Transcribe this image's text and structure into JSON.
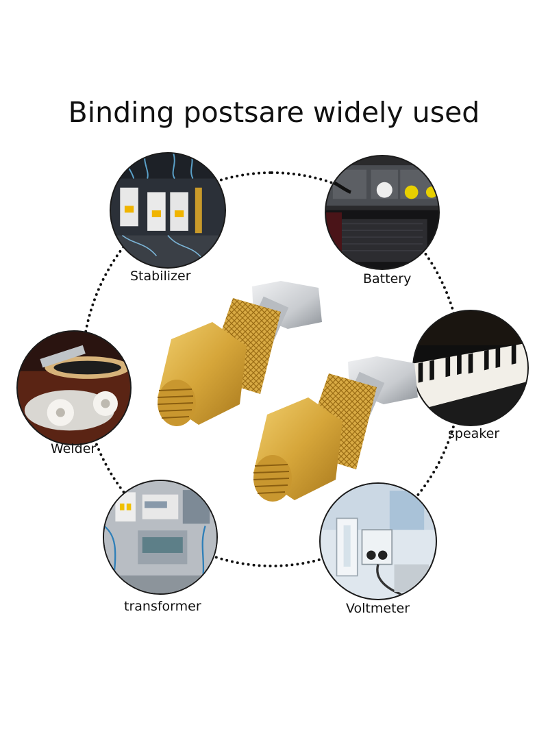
{
  "title": "Binding postsare widely used",
  "applications": [
    {
      "id": "stabilizer",
      "label": "Stabilizer"
    },
    {
      "id": "battery",
      "label": "Battery"
    },
    {
      "id": "welder",
      "label": "Welder"
    },
    {
      "id": "speaker",
      "label": "speaker"
    },
    {
      "id": "transformer",
      "label": "transformer"
    },
    {
      "id": "voltmeter",
      "label": "Voltmeter"
    }
  ],
  "colors": {
    "brass": "#d6a63a",
    "brass_dark": "#a8781c",
    "steel": "#c9ccd0",
    "ring": "#111111"
  },
  "icons": [
    "binding-post-icon"
  ]
}
